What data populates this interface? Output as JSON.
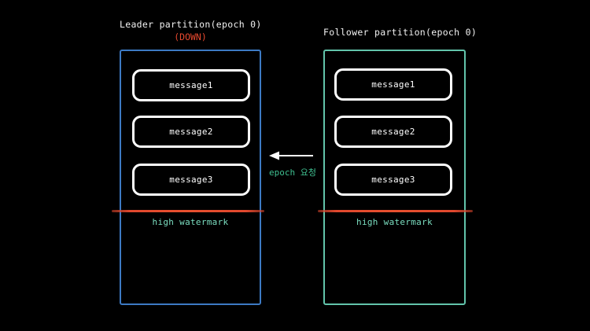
{
  "canvas": {
    "background": "#000000"
  },
  "leader_partition": {
    "title": "Leader partition(epoch 0)",
    "status": "(DOWN)",
    "border_color": "#3d7ac4",
    "messages": [
      "message1",
      "message2",
      "message3"
    ],
    "watermark_label": "high watermark"
  },
  "follower_partition": {
    "title": "Follower partition(epoch 0)",
    "border_color": "#62c4ab",
    "messages": [
      "message1",
      "message2",
      "message3"
    ],
    "watermark_label": "high watermark"
  },
  "arrow": {
    "label": "epoch 요청",
    "direction": "left",
    "label_color": "#3fbf90",
    "line_color": "#ffffff"
  },
  "colors": {
    "status_down_text": "#e8492f",
    "watermark_line": "#e0482e",
    "watermark_label_text": "#7bdec0",
    "message_border": "#ffffff",
    "title_text": "#f2f2f2",
    "background": "#000000"
  }
}
